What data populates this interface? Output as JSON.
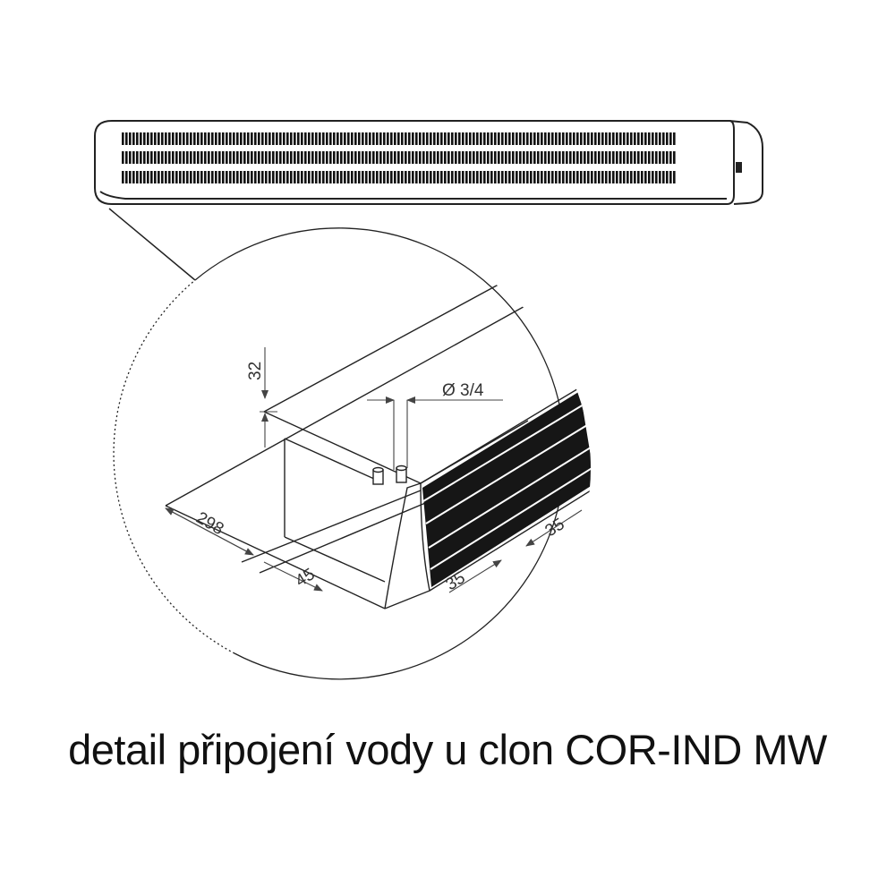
{
  "caption": "detail připojení vody u clon COR-IND MW",
  "dimensions": {
    "height": "32",
    "pipe_diameter": "Ø 3/4",
    "depth": "298",
    "offset": "45",
    "spacing_lower": "35",
    "spacing_upper": "35"
  },
  "colors": {
    "line": "#222222",
    "dimension_line": "#444444",
    "grille": "#111111"
  }
}
